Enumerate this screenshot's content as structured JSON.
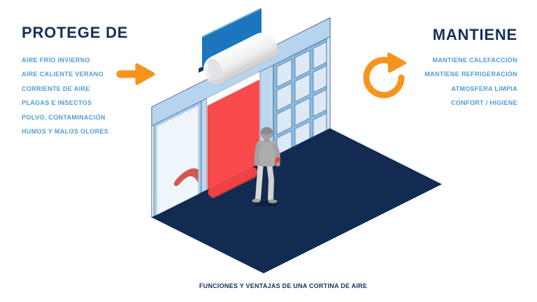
{
  "header": {
    "left_title": "PROTEGE DE",
    "right_title": "MANTIENE"
  },
  "protege_list": {
    "items": [
      "AIRE FRÍO INVIERNO",
      "AIRE CALIENTE VERANO",
      "CORRIENTE DE AIRE",
      "PLAGAS E INSECTOS",
      "POLVO, CONTAMINACIÓN",
      "HUMOS Y MALOS OLORES"
    ]
  },
  "mantiene_list": {
    "items": [
      "MANTIENE CALEFACCIÓN",
      "MANTIENE REFRIGERACIÓN",
      "ATMOSFERA LIMPIA",
      "CONFORT / HIGIENE"
    ]
  },
  "caption": "FUNCIONES Y VENTAJAS DE UNA CORTINA DE AIRE",
  "icons": {
    "flow_arrow": "arrow-right-icon",
    "cycle_arrow": "circular-arrow-icon"
  },
  "colors": {
    "heading_navy": "#16305A",
    "list_blue": "#4F9CD5",
    "accent_orange": "#F7941E",
    "floor_navy": "#132B50",
    "curtain_red": "#F8494B",
    "sign_blue": "#1B76BD",
    "glass_light_blue": "#B7D4EE"
  }
}
